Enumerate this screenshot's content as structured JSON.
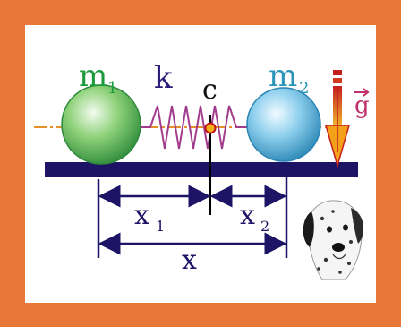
{
  "labels": {
    "mass1": "m",
    "mass1_sub": "1",
    "spring": "k",
    "center": "c",
    "mass2": "m",
    "mass2_sub": "2",
    "gravity": "g",
    "x1": "x",
    "x1_sub": "1",
    "x2": "x",
    "x2_sub": "2",
    "x": "x"
  },
  "colors": {
    "frame": "#e8773a",
    "ground": "#1e1466",
    "mass_text": "#1a9a3c",
    "mass2_text": "#2a95b8",
    "spring_text": "#2a1c7a",
    "spring": "#a23b8c",
    "axis_line": "#e6902a",
    "dimension": "#1e1466",
    "gravity": "#c0306a"
  },
  "icons": {
    "dog": "dalmatian-head-icon",
    "gravity_arrow": "gravity-arrow-icon"
  }
}
